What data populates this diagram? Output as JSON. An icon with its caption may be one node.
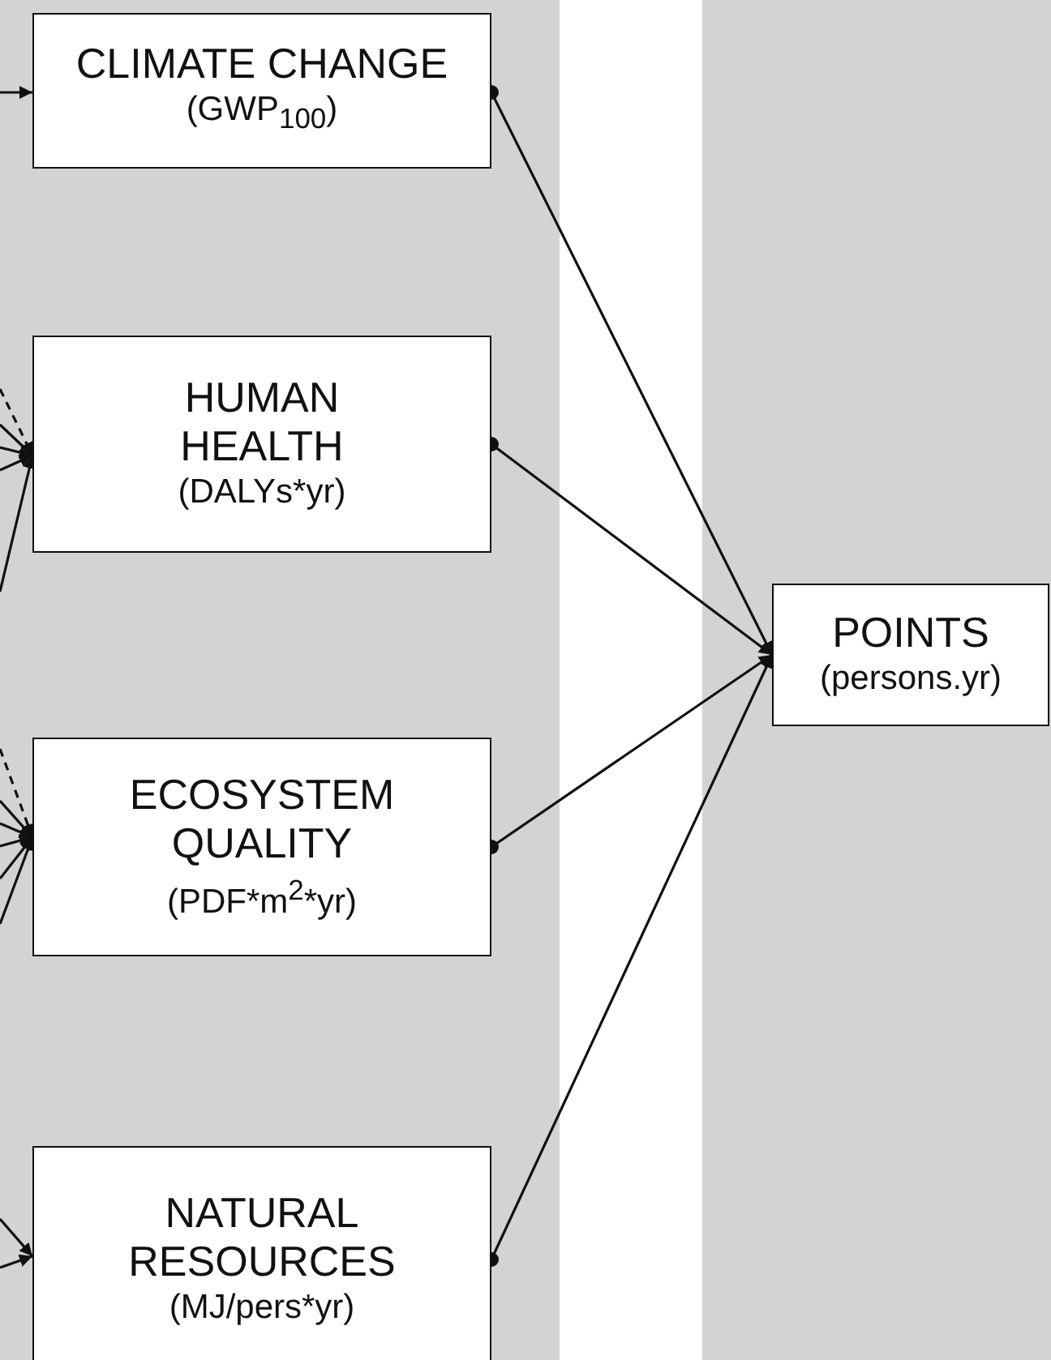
{
  "diagram": {
    "nodes": [
      {
        "text": [
          "CLIMATE CHANGE",
          "(GWP$_{100}$)"
        ]
      },
      {
        "text": [
          "HUMAN HEALTH",
          "(DALYs*yr)"
        ]
      },
      {
        "text": [
          "ECOSYSTEM QUALITY",
          "(PDF*m$^{2}$*yr)"
        ]
      },
      {
        "text": [
          "NATURAL RESOURCES",
          "(MJ/pers*yr)"
        ]
      },
      {
        "text": [
          "POINTS",
          "(persons.yr)"
        ]
      }
    ],
    "edges": [
      {
        "from": null,
        "to": 0,
        "arrow": "to"
      },
      {
        "from": null,
        "to": 1,
        "arrow": "to",
        "style": "dashed"
      },
      {
        "from": null,
        "to": 1,
        "arrow": "to"
      },
      {
        "from": null,
        "to": 1,
        "arrow": "to"
      },
      {
        "from": null,
        "to": 1,
        "arrow": "to"
      },
      {
        "from": null,
        "to": 1,
        "arrow": "to"
      },
      {
        "from": null,
        "to": 2,
        "arrow": "to",
        "style": "dashed"
      },
      {
        "from": null,
        "to": 2,
        "arrow": "to"
      },
      {
        "from": null,
        "to": 2,
        "arrow": "to"
      },
      {
        "from": null,
        "to": 2,
        "arrow": "to"
      },
      {
        "from": null,
        "to": 2,
        "arrow": "to"
      },
      {
        "from": null,
        "to": 2,
        "arrow": "to"
      },
      {
        "from": null,
        "to": 3,
        "arrow": "to"
      },
      {
        "from": null,
        "to": 3,
        "arrow": "to"
      },
      {
        "from": 0,
        "to": 4,
        "arrow": "to"
      },
      {
        "from": 1,
        "to": 4,
        "arrow": "to"
      },
      {
        "from": 2,
        "to": 4,
        "arrow": "to"
      },
      {
        "from": 3,
        "to": 4,
        "arrow": "to"
      }
    ]
  }
}
